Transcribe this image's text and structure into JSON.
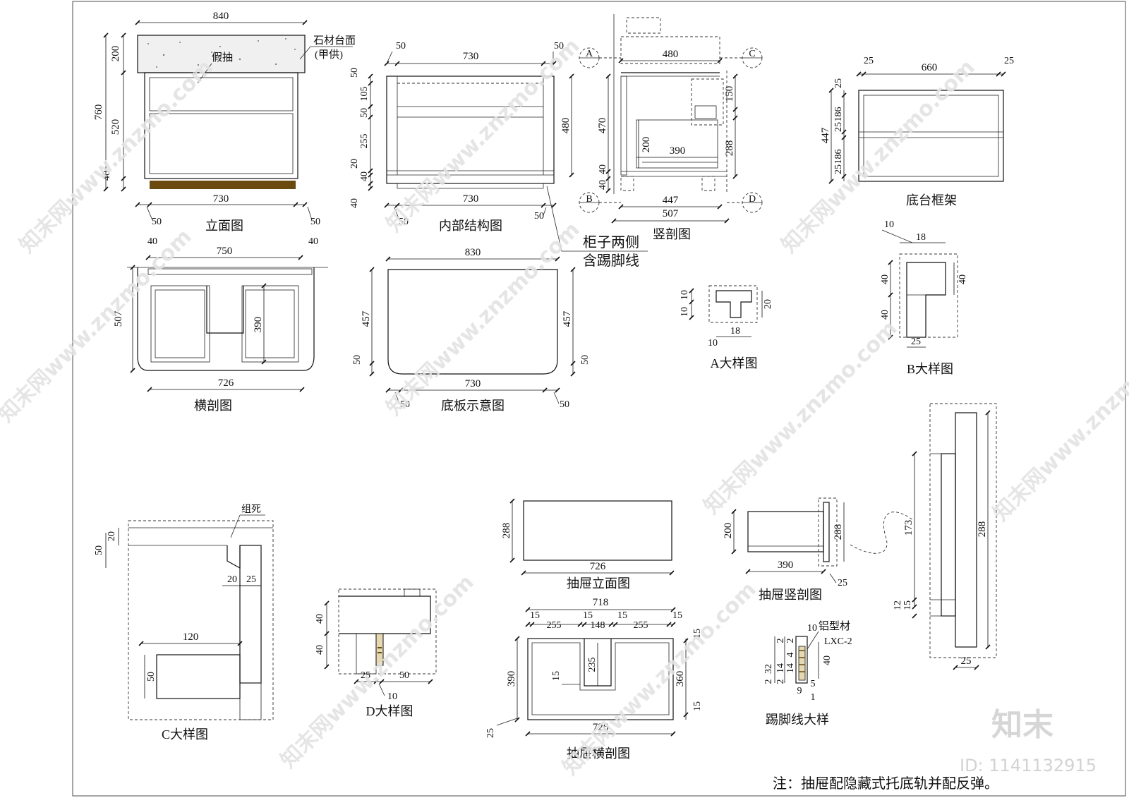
{
  "watermark": {
    "text": "知末网www.znzmo.com",
    "logo": "知末",
    "id": "ID: 1141132915"
  },
  "views": {
    "elevation": {
      "title": "立面图",
      "dims": {
        "top": "840",
        "stone_h": "200",
        "total_h": "760",
        "body_h": "520",
        "base_h": "40",
        "bottom": "730",
        "left_off": "50",
        "right_off": "50"
      },
      "labels": {
        "stone": "石材台面",
        "supply": "(甲供)",
        "fake_drawer": "假抽"
      }
    },
    "interior": {
      "title": "内部结构图",
      "dims": {
        "top": "730",
        "left_off": "50",
        "right_off": "50",
        "h1": "50",
        "h2": "105",
        "h3": "50",
        "h4": "255",
        "h5": "20",
        "h6": "40",
        "h7": "40",
        "right_h": "480",
        "bottom": "730",
        "b_left": "50",
        "b_right": "50"
      },
      "note_line1": "柜子两侧",
      "note_line2": "含踢脚线"
    },
    "vertical_section": {
      "title": "竖剖图",
      "dims": {
        "top": "480",
        "h_left": "470",
        "base": "40",
        "base2": "40",
        "r1": "150",
        "r2": "288",
        "d_h": "200",
        "d_w": "390",
        "bottom1": "447",
        "bottom2": "507"
      },
      "markers": {
        "a": "A",
        "b": "B",
        "c": "C",
        "d": "D"
      }
    },
    "base_frame": {
      "title": "底台框架",
      "dims": {
        "left": "25",
        "mid": "660",
        "right": "25",
        "h_total": "447",
        "v1": "25",
        "v2": "186",
        "v3": "25",
        "v4": "186",
        "v5": "25"
      }
    },
    "horizontal_section": {
      "title": "横剖图",
      "dims": {
        "top": "750",
        "left_off": "40",
        "right_off": "40",
        "depth": "507",
        "inner": "390",
        "bottom": "726"
      }
    },
    "bottom_board": {
      "title": "底板示意图",
      "dims": {
        "top": "830",
        "left_h": "457",
        "right_h": "457",
        "l_corner": "50",
        "r_corner": "50",
        "bottom": "730",
        "b_left": "50",
        "b_right": "50"
      }
    },
    "detail_a": {
      "title": "A大样图",
      "dims": {
        "d1": "10",
        "d2": "10",
        "d3": "20",
        "d4": "10",
        "d5": "18"
      }
    },
    "detail_b": {
      "title": "B大样图",
      "dims": {
        "d1": "10",
        "d2": "18",
        "d3": "40",
        "d4": "40",
        "d5": "40",
        "d6": "25"
      }
    },
    "detail_c": {
      "title": "C大样图",
      "label": "组死",
      "dims": {
        "d1": "50",
        "d2": "20",
        "d3": "20",
        "d4": "25",
        "d5": "120",
        "d6": "50"
      }
    },
    "detail_d": {
      "title": "D大样图",
      "dims": {
        "d1": "40",
        "d2": "40",
        "d3": "25",
        "d4": "50",
        "d5": "10"
      }
    },
    "drawer_elevation": {
      "title": "抽屉立面图",
      "dims": {
        "h": "288",
        "w": "726"
      }
    },
    "drawer_section_v": {
      "title": "抽屉竖剖图",
      "dims": {
        "h": "200",
        "w": "390",
        "r": "288",
        "t": "25"
      }
    },
    "drawer_section_h": {
      "title": "抽屉横剖图",
      "dims": {
        "top": "718",
        "s1": "15",
        "s2": "255",
        "s3": "15",
        "s4": "148",
        "s5": "15",
        "s6": "255",
        "s7": "15",
        "h_left": "390",
        "h_right": "360",
        "inner": "235",
        "i15": "15",
        "r15": "15",
        "r15b": "15",
        "bottom": "726",
        "corner": "25"
      }
    },
    "kick_detail": {
      "title": "踢脚线大样",
      "profile": "铝型材",
      "code": "LXC-2",
      "dims": {
        "a": "10",
        "b": "40",
        "c": "32",
        "d": "2",
        "e": "2",
        "f": "4",
        "g": "14",
        "h": "14",
        "i": "2",
        "j": "2",
        "k": "9",
        "l": "5",
        "m": "1"
      }
    },
    "side_detail": {
      "dims": {
        "h": "173",
        "h2": "288",
        "a": "12",
        "b": "15",
        "w": "25"
      }
    }
  },
  "footnote": "注：抽屉配隐藏式托底轨并配反弹。"
}
